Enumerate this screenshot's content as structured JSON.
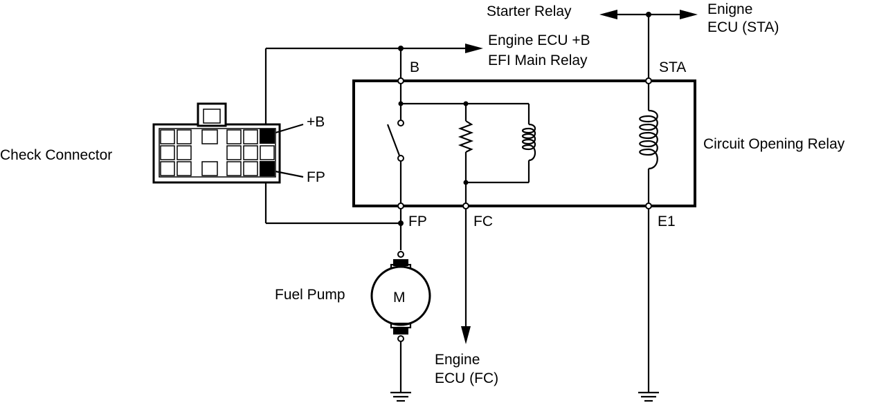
{
  "labels": {
    "starter_relay": "Starter Relay",
    "engine_ecu_sta_line1": "Enigne",
    "engine_ecu_sta_line2": "ECU (STA)",
    "engine_ecu_b_line1": "Engine ECU +B",
    "engine_ecu_b_line2": "EFI Main Relay",
    "terminal_b": "B",
    "terminal_sta": "STA",
    "check_connector": "Check Connector",
    "connector_plus_b": "+B",
    "connector_fp": "FP",
    "circuit_opening_relay": "Circuit Opening Relay",
    "terminal_fp": "FP",
    "terminal_fc": "FC",
    "terminal_e1": "E1",
    "fuel_pump": "Fuel Pump",
    "motor_symbol": "M",
    "engine_ecu_fc_line1": "Engine",
    "engine_ecu_fc_line2": "ECU (FC)"
  }
}
